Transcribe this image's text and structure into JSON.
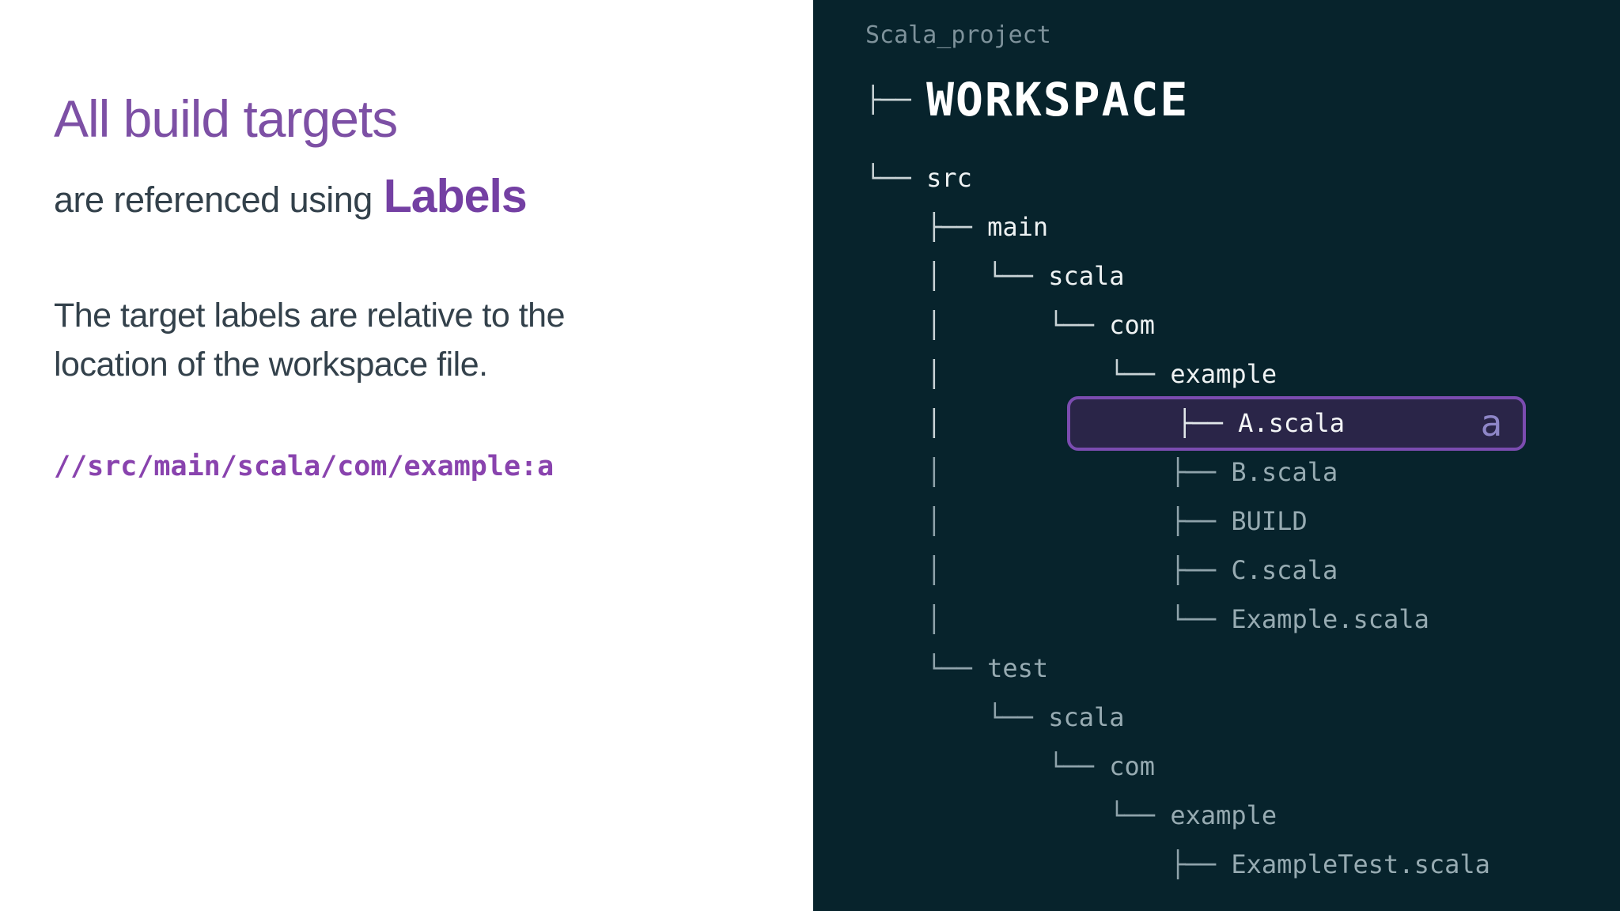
{
  "left": {
    "title": "All build targets",
    "subtitle_prefix": "are referenced using",
    "subtitle_emphasis": "Labels",
    "body_line1": "The target labels are relative to the",
    "body_line2": "location of the workspace file.",
    "code": "//src/main/scala/com/example:a"
  },
  "right": {
    "project_label": "Scala_project",
    "tree": [
      {
        "type": "root",
        "prefix": "├── ",
        "label": "WORKSPACE"
      },
      {
        "tone": "bright",
        "prefix": "└── ",
        "label": "src"
      },
      {
        "tone": "bright",
        "prefix": "    ├── ",
        "label": "main"
      },
      {
        "tone": "bright",
        "prefix": "    │   └── ",
        "label": "scala"
      },
      {
        "tone": "bright",
        "prefix": "    │       └── ",
        "label": "com"
      },
      {
        "tone": "bright",
        "prefix": "    │           └── ",
        "label": "example"
      },
      {
        "type": "highlight",
        "prefix": "    │       ",
        "inner_prefix": "       ├── ",
        "label": "A.scala",
        "badge": "a"
      },
      {
        "tone": "dim",
        "prefix": "    │               ├── ",
        "label": "B.scala"
      },
      {
        "tone": "dim",
        "prefix": "    │               ├── ",
        "label": "BUILD"
      },
      {
        "tone": "dim",
        "prefix": "    │               ├── ",
        "label": "C.scala"
      },
      {
        "tone": "dim",
        "prefix": "    │               └── ",
        "label": "Example.scala"
      },
      {
        "tone": "dim",
        "prefix": "    └── ",
        "label": "test"
      },
      {
        "tone": "dim",
        "prefix": "        └── ",
        "label": "scala"
      },
      {
        "tone": "dim",
        "prefix": "            └── ",
        "label": "com"
      },
      {
        "tone": "dim",
        "prefix": "                └── ",
        "label": "example"
      },
      {
        "tone": "dim",
        "prefix": "                    ├── ",
        "label": "ExampleTest.scala"
      }
    ]
  },
  "colors": {
    "left_background": "#ffffff",
    "right_background": "#07232c",
    "title_purple": "#7d50a5",
    "emphasis_purple": "#7440a3",
    "body_text": "#33414b",
    "code_purple": "#8943ae",
    "tree_bright": "#eef2f3",
    "tree_dim": "#97abb2",
    "highlight_border": "#7b4cb0",
    "highlight_fill": "#2a2548",
    "badge_text": "#8e86c7",
    "project_label_text": "#7e929b"
  }
}
